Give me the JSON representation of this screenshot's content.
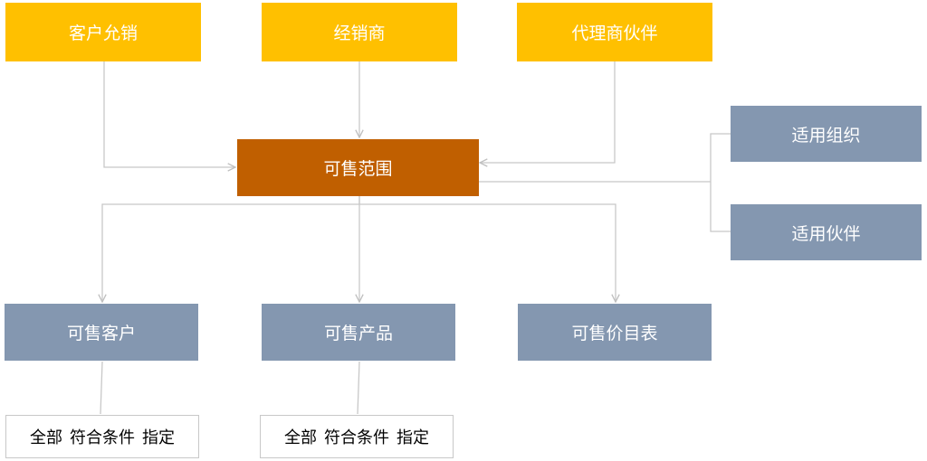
{
  "sources": [
    {
      "id": "customer-access",
      "label": "客户允销"
    },
    {
      "id": "dealer",
      "label": "经销商"
    },
    {
      "id": "agent-partner",
      "label": "代理商伙伴"
    }
  ],
  "center": {
    "label": "可售范围"
  },
  "side": [
    {
      "id": "applicable-org",
      "label": "适用组织"
    },
    {
      "id": "applicable-partner",
      "label": "适用伙伴"
    }
  ],
  "outputs": [
    {
      "id": "sellable-customer",
      "label": "可售客户"
    },
    {
      "id": "sellable-product",
      "label": "可售产品"
    },
    {
      "id": "sellable-pricelist",
      "label": "可售价目表"
    }
  ],
  "options_customer": [
    "全部",
    "符合条件",
    "指定"
  ],
  "options_product": [
    "全部",
    "符合条件",
    "指定"
  ],
  "colors": {
    "source": "#ffc000",
    "center": "#c05f00",
    "secondary": "#8497b0",
    "connector": "#c8c8c8"
  }
}
